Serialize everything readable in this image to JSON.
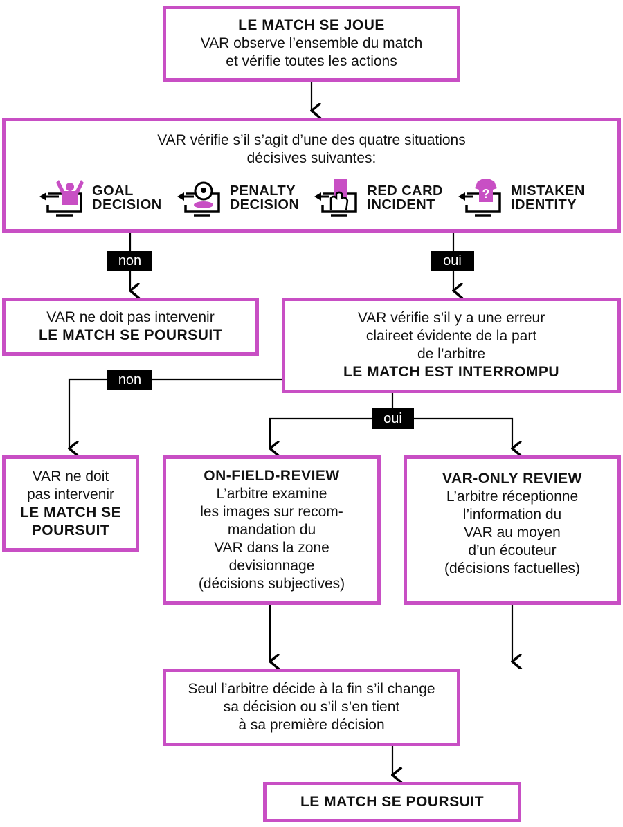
{
  "colors": {
    "accent": "#c84fc4",
    "line": "#000000"
  },
  "start": {
    "title": "LE MATCH SE JOUE",
    "text": [
      "VAR observe l’ensemble du match",
      "et vérifie toutes les actions"
    ]
  },
  "check": {
    "text": [
      "VAR vérifie s’il s’agit d’une des quatre situations",
      "décisives suivantes:"
    ],
    "situations": [
      {
        "icon": "goal-icon",
        "line1": "GOAL",
        "line2": "DECISION"
      },
      {
        "icon": "penalty-icon",
        "line1": "PENALTY",
        "line2": "DECISION"
      },
      {
        "icon": "red-card-icon",
        "line1": "RED CARD",
        "line2": "INCIDENT"
      },
      {
        "icon": "mistaken-identity-icon",
        "line1": "MISTAKEN",
        "line2": "IDENTITY"
      }
    ]
  },
  "labels": {
    "non1": "non",
    "oui1": "oui",
    "non2": "non",
    "oui2": "oui"
  },
  "no_intervention1": {
    "text": "VAR ne doit pas intervenir",
    "bold": "LE MATCH SE POURSUIT"
  },
  "error_check": {
    "text": [
      "VAR vérifie s’il y a une erreur",
      "claireet évidente de la part",
      "de l’arbitre"
    ],
    "bold": "LE MATCH EST INTERROMPU"
  },
  "no_intervention2": {
    "text": [
      "VAR ne doit",
      "pas intervenir"
    ],
    "bold": [
      "LE MATCH SE",
      "POURSUIT"
    ]
  },
  "on_field": {
    "title": "ON-FIELD-REVIEW",
    "text": [
      "L’arbitre examine",
      "les images sur recom-",
      "mandation du",
      "VAR dans la zone",
      "devisionnage",
      "(décisions subjectives)"
    ]
  },
  "var_only": {
    "title": "VAR-ONLY REVIEW",
    "text": [
      "L’arbitre réceptionne",
      "l’information du",
      "VAR au moyen",
      "d’un écouteur",
      "(décisions factuelles)"
    ]
  },
  "decision": {
    "text": [
      "Seul l’arbitre décide à la fin s’il change",
      "sa décision ou s’il s’en tient",
      "à sa première décision"
    ]
  },
  "end": {
    "bold": "LE MATCH SE POURSUIT"
  }
}
